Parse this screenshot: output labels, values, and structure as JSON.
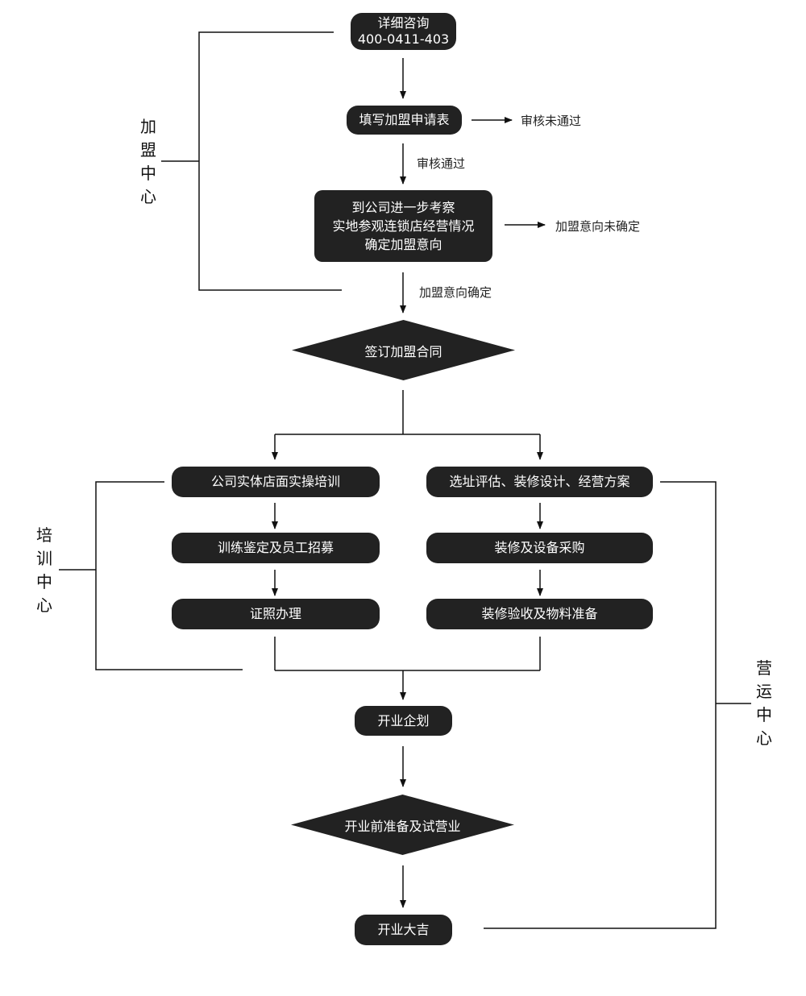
{
  "nodes": {
    "consult_title": "详细咨询",
    "consult_phone": "400-0411-403",
    "fill_form": "填写加盟申请表",
    "visit_line1": "到公司进一步考察",
    "visit_line2": "实地参观连锁店经营情况",
    "visit_line3": "确定加盟意向",
    "sign_contract": "签订加盟合同",
    "store_training": "公司实体店面实操培训",
    "training_recruit": "训练鉴定及员工招募",
    "license": "证照办理",
    "site_design": "选址评估、装修设计、经营方案",
    "purchase": "装修及设备采购",
    "acceptance": "装修验收及物料准备",
    "planning": "开业企划",
    "trial": "开业前准备及试营业",
    "opening": "开业大吉"
  },
  "edge_labels": {
    "review_failed": "审核未通过",
    "review_passed": "审核通过",
    "intent_unconfirmed": "加盟意向未确定",
    "intent_confirmed": "加盟意向确定"
  },
  "groups": {
    "franchise_center": "加盟中心",
    "training_center": "培训中心",
    "operation_center": "营运中心"
  },
  "colors": {
    "node_fill": "#222222",
    "node_text": "#ffffff",
    "line": "#111111"
  }
}
